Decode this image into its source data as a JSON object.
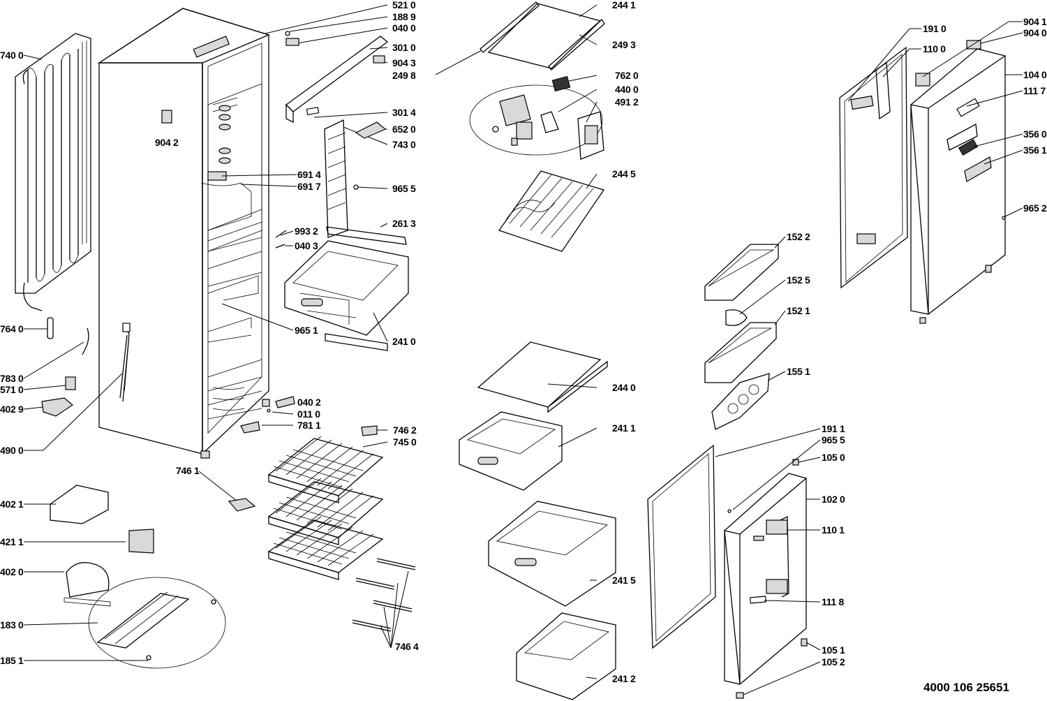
{
  "diagram": {
    "doc_number": "4000 106 25651",
    "labels": {
      "l5210": "521 0",
      "l1889": "188 9",
      "l0400a": "040 0",
      "l3010": "301 0",
      "l9043": "904 3",
      "l2498": "249 8",
      "l3014": "301 4",
      "l6520": "652 0",
      "l7430": "743 0",
      "l9655a": "965 5",
      "l6914": "691 4",
      "l6917": "691 7",
      "l2613": "261 3",
      "l9932": "993 2",
      "l0403": "040 3",
      "l9651": "965 1",
      "l2410": "241 0",
      "l0402": "040 2",
      "l0110": "011 0",
      "l7811": "781 1",
      "l7462": "746 2",
      "l7450": "745 0",
      "l7461": "746 1",
      "l7464": "746 4",
      "l9042": "904 2",
      "l7400": "740 0",
      "l7640": "764 0",
      "l7830": "783 0",
      "l5710": "571 0",
      "l4029": "402 9",
      "l4900": "490 0",
      "l4021": "402 1",
      "l4211": "421 1",
      "l4020": "402 0",
      "l1830": "183 0",
      "l1851": "185 1",
      "l2441": "244 1",
      "l2493": "249 3",
      "l7620": "762 0",
      "l4400": "440 0",
      "l4912": "491 2",
      "l2445": "244 5",
      "l2440": "244 0",
      "l2411": "241 1",
      "l2415": "241 5",
      "l2412": "241 2",
      "l1522": "152 2",
      "l1525": "152 5",
      "l1521": "152 1",
      "l1551": "155 1",
      "l1910": "191 0",
      "l1100": "110 0",
      "l9041": "904 1",
      "l9040": "904 0",
      "l1040": "104 0",
      "l1117": "111 7",
      "l3560": "356 0",
      "l3561": "356 1",
      "l9652": "965 2",
      "l1911": "191 1",
      "l9655b": "965 5",
      "l1050": "105 0",
      "l1020": "102 0",
      "l1101": "110 1",
      "l1118": "111 8",
      "l1051": "105 1",
      "l1052": "105 2"
    }
  }
}
